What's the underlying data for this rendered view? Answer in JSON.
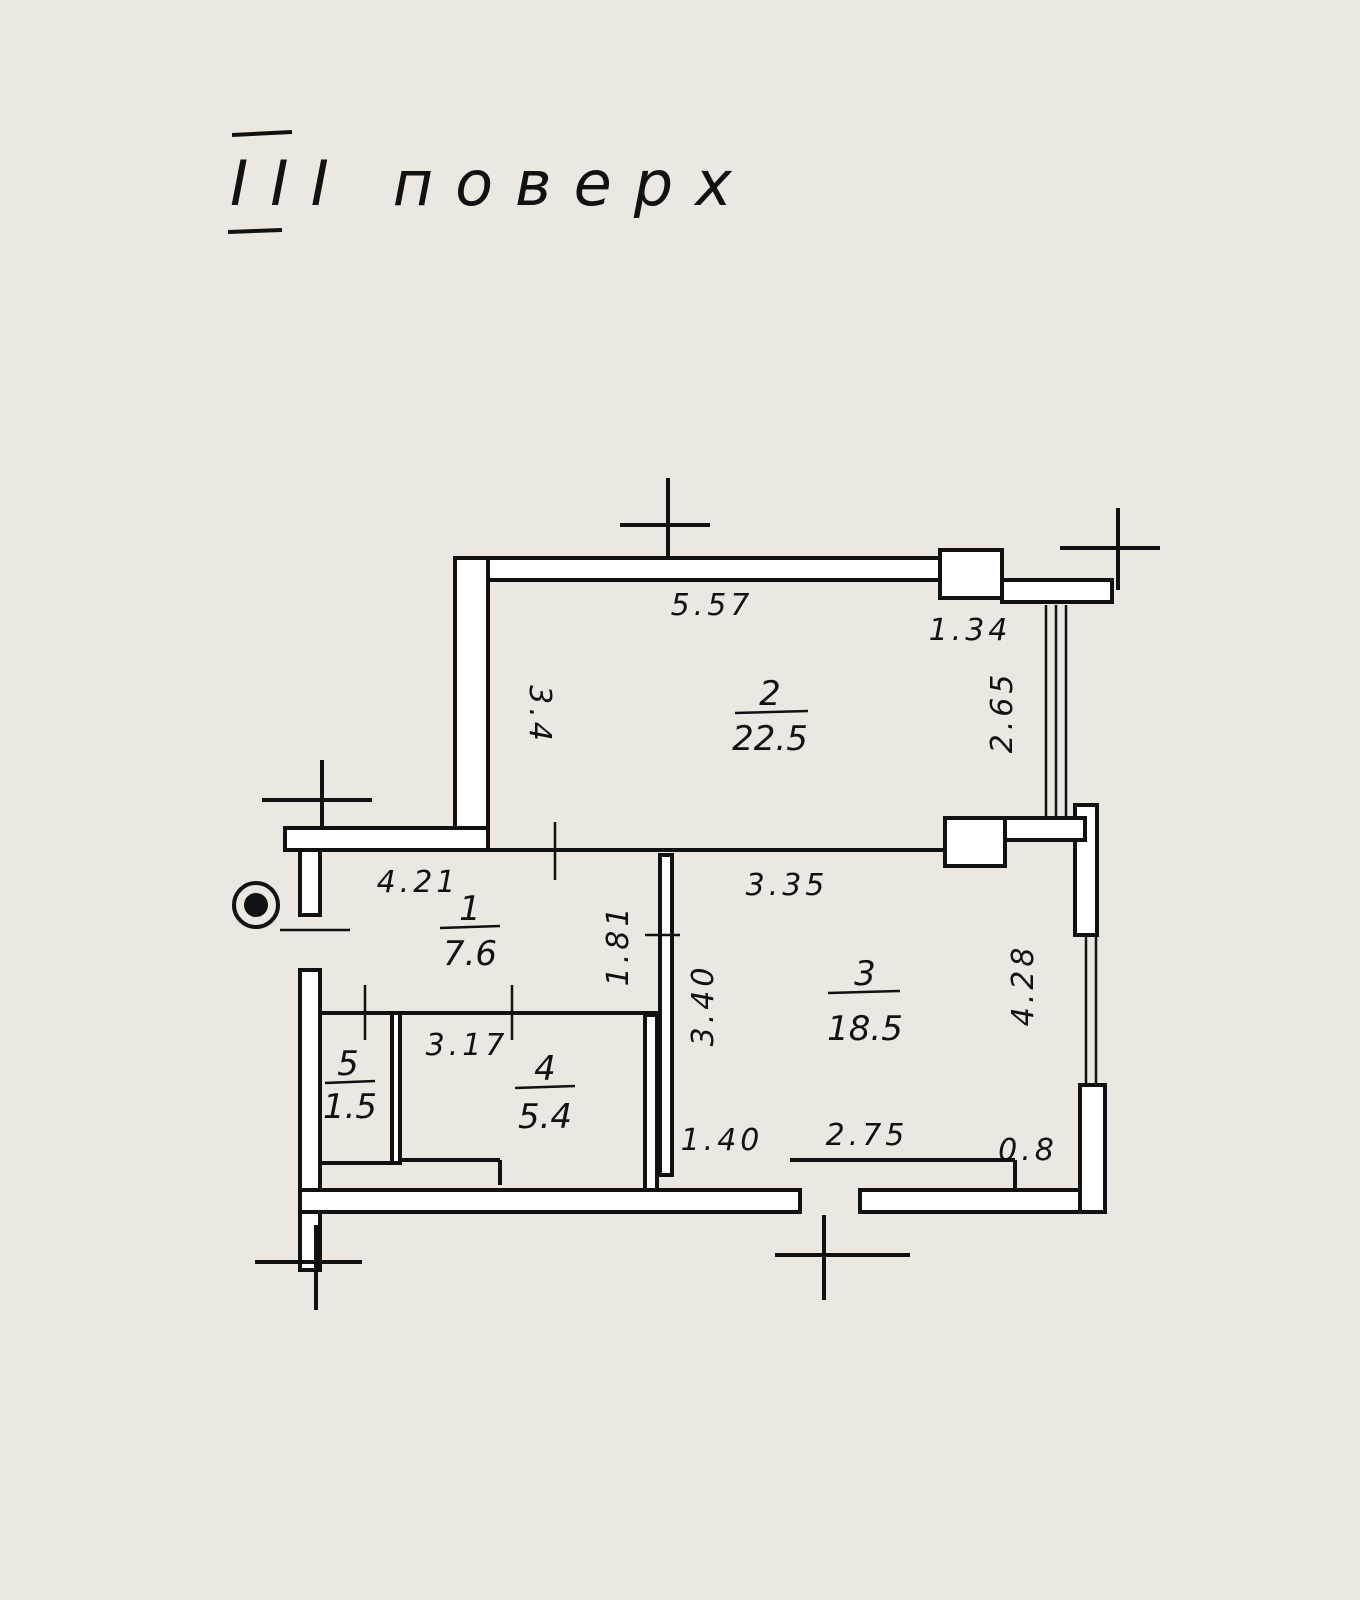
{
  "title": "III поверх",
  "rooms": [
    {
      "number": "1",
      "area": "7.6"
    },
    {
      "number": "2",
      "area": "22.5"
    },
    {
      "number": "3",
      "area": "18.5"
    },
    {
      "number": "4",
      "area": "5.4"
    },
    {
      "number": "5",
      "area": "1.5"
    }
  ],
  "dimensions": {
    "room2_top": "5.57",
    "room2_left": "3.4",
    "room2_balcony_width": "1.34",
    "room2_balcony_height": "2.65",
    "room1_top": "4.21",
    "room1_right": "1.81",
    "room3_top": "3.35",
    "room3_left": "3.40",
    "room3_right": "4.28",
    "room3_bottom_left": "1.40",
    "room3_bottom": "2.75",
    "room3_bottom_right": "0.8",
    "room4_top": "3.17"
  },
  "icons": [
    "circle-symbol-icon",
    "axis-cross-marker-icon"
  ]
}
